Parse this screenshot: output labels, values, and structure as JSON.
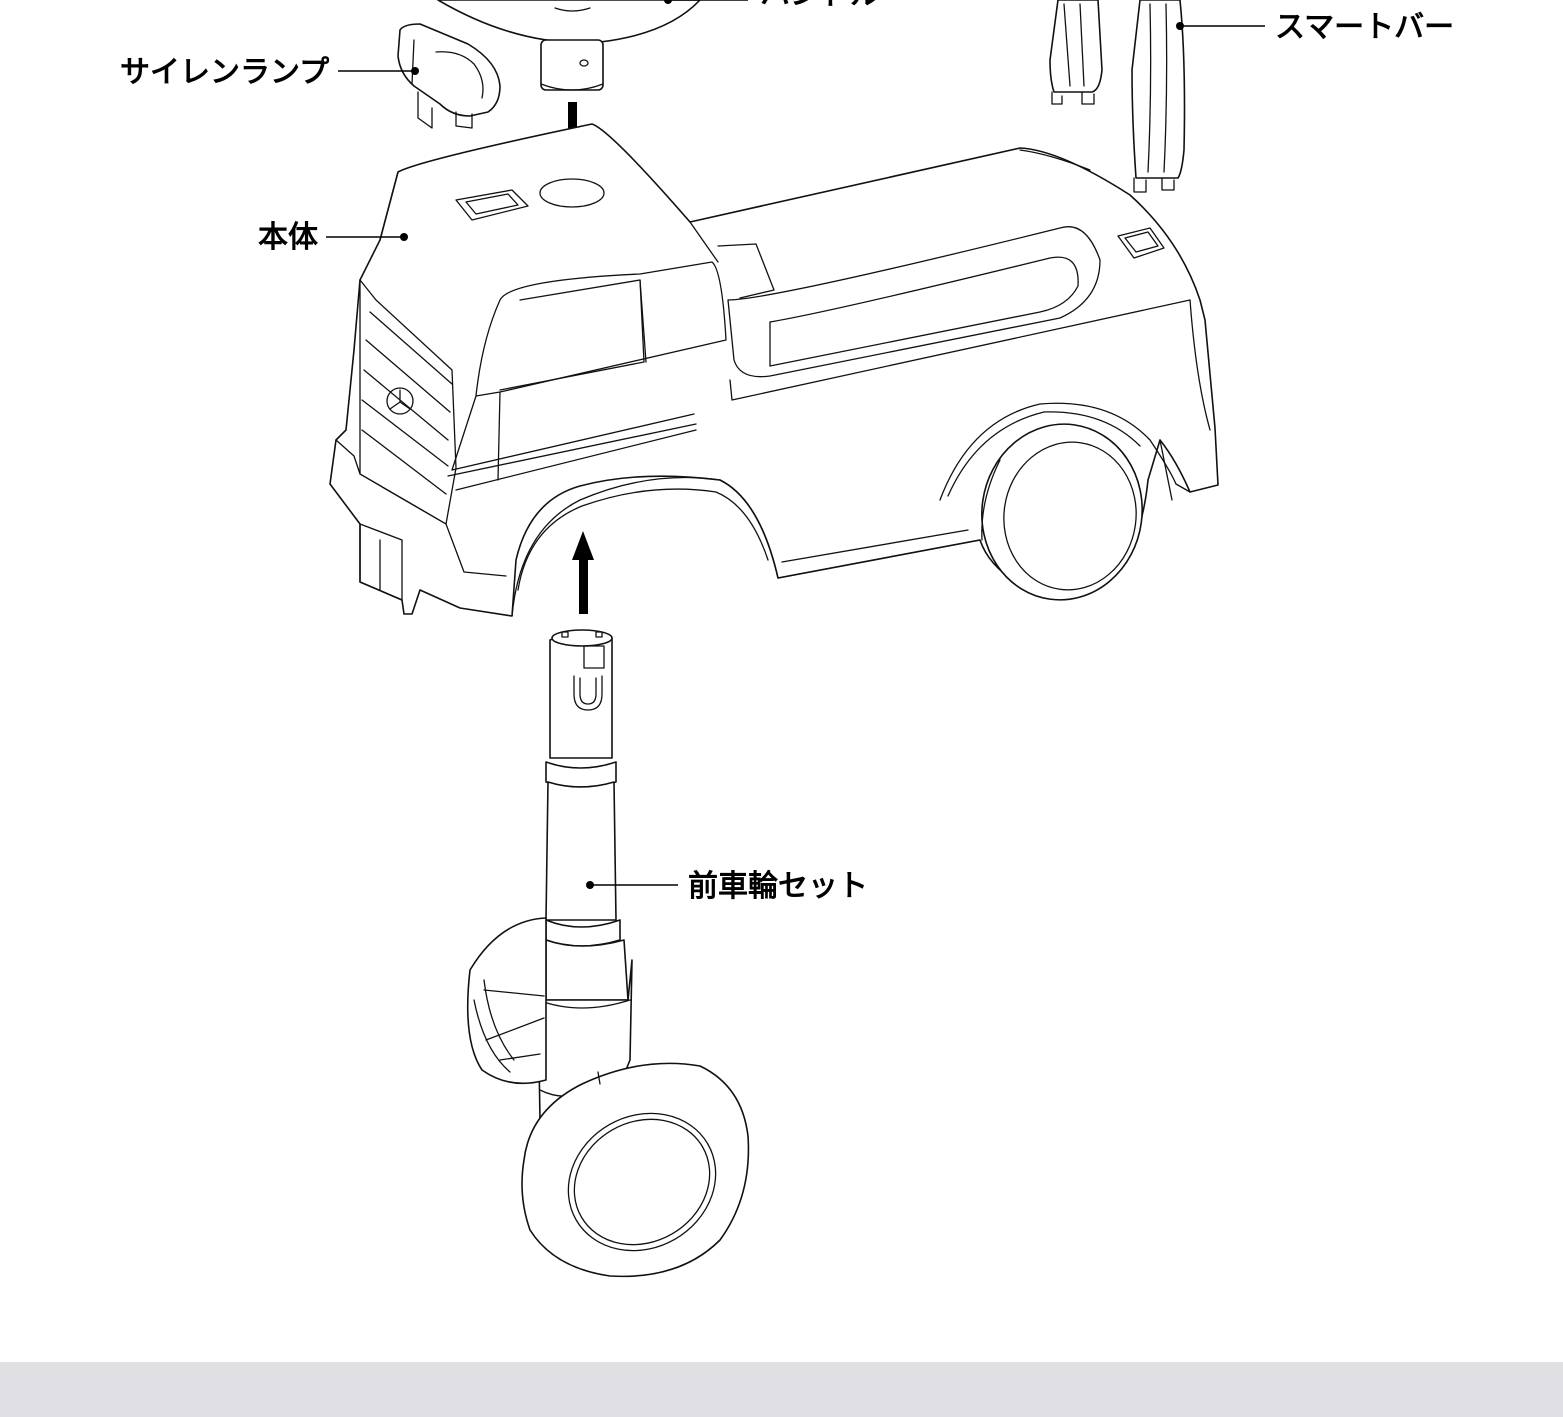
{
  "labels": {
    "handle": "ハンドル",
    "smart_bar": "スマートバー",
    "siren_lamp": "サイレンランプ",
    "body": "本体",
    "front_wheel_set": "前車輪セット"
  },
  "colors": {
    "line": "#111111",
    "background": "#ffffff",
    "bottom_band": "#e0dfe4"
  }
}
